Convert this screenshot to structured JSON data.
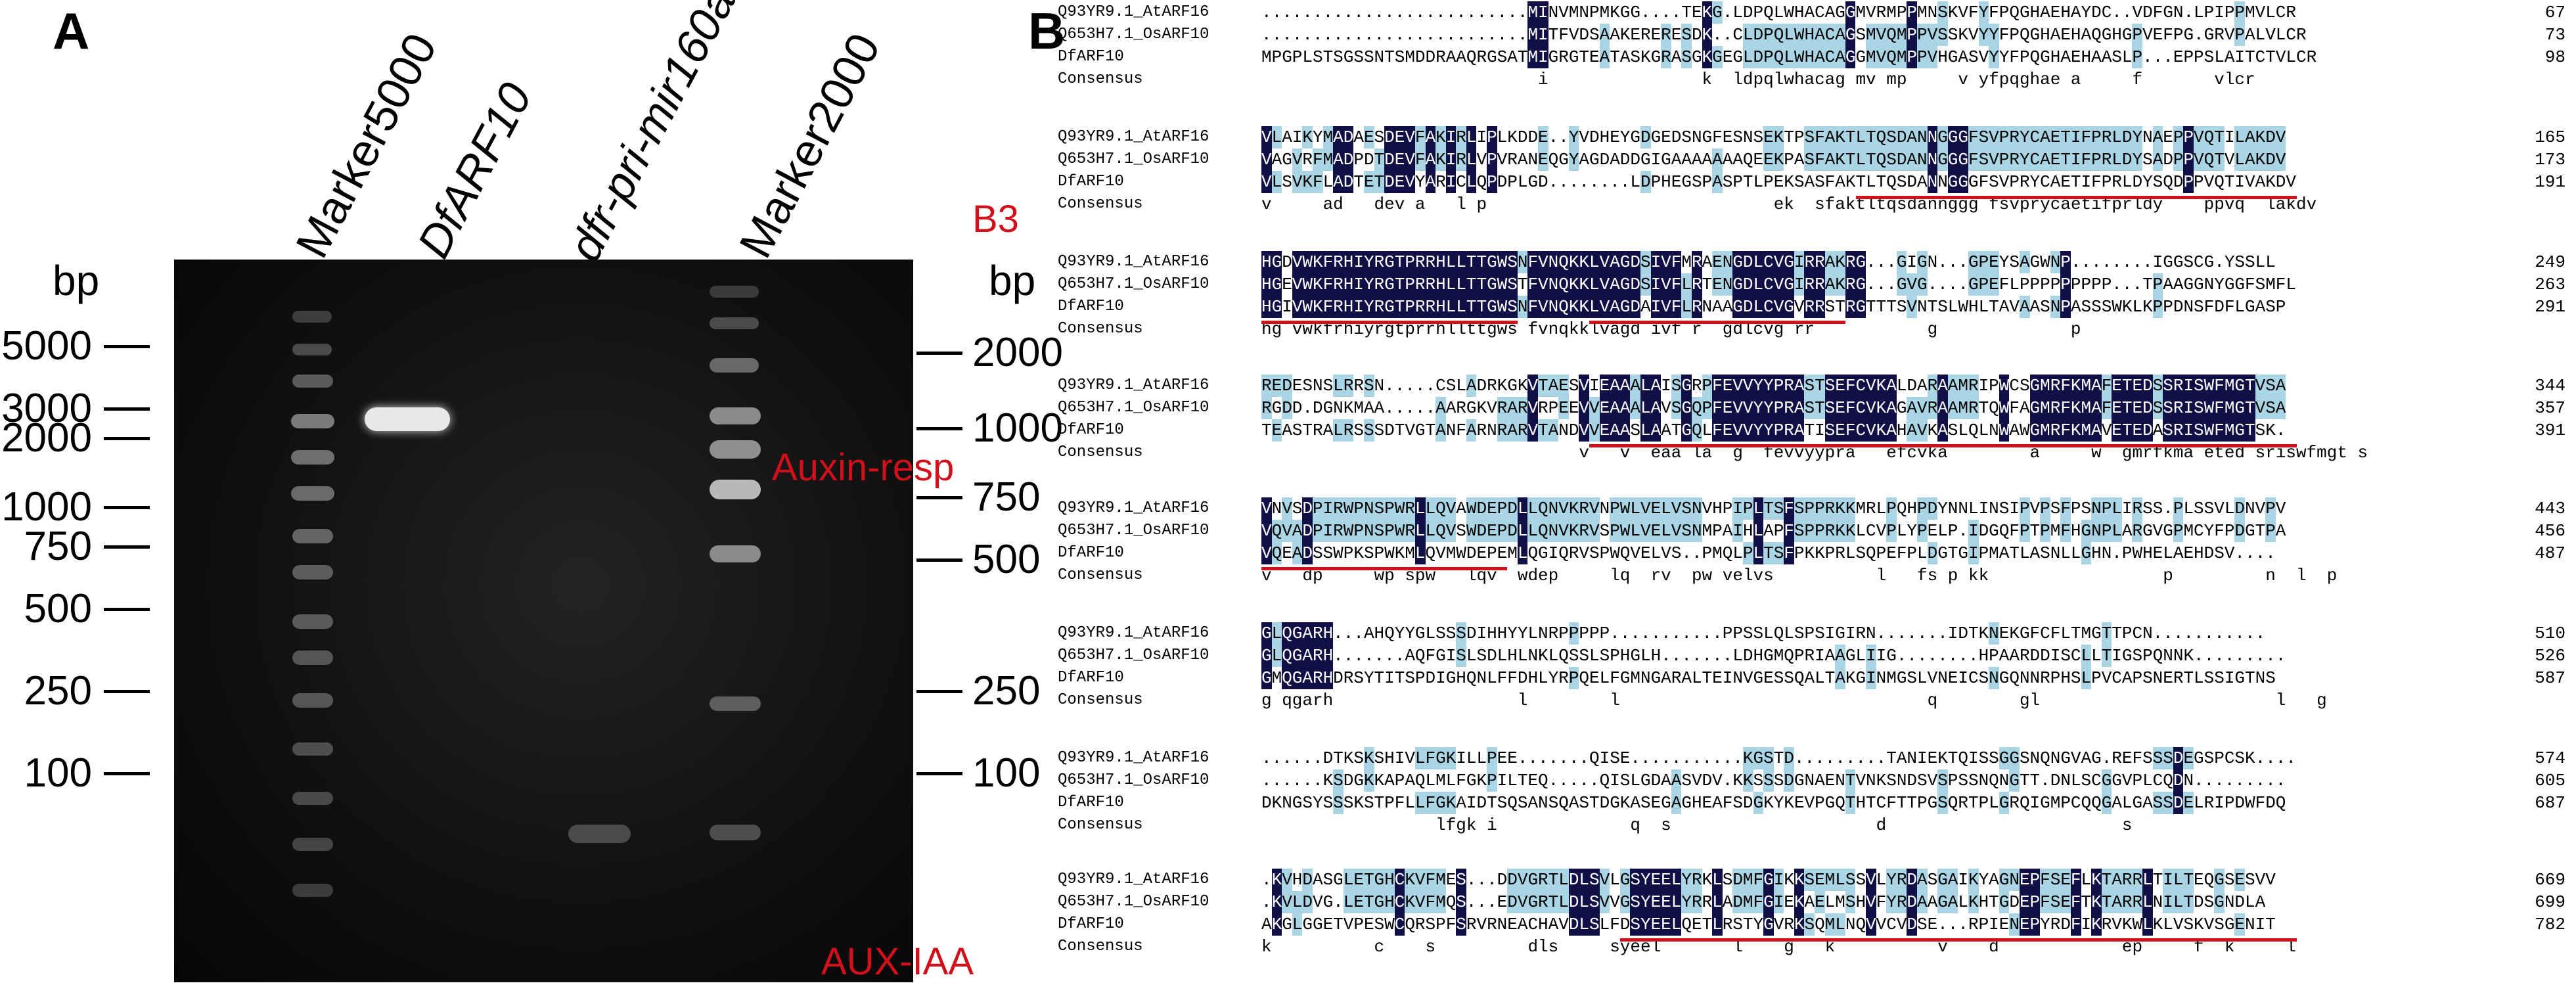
{
  "panelA": {
    "letter": "A",
    "bp_left": "bp",
    "bp_right": "bp",
    "lanes": [
      "Marker5000",
      "DfARF10",
      "dfr-pri-mir160a",
      "Marker2000"
    ],
    "left_ticks": [
      "5000",
      "3000",
      "2000",
      "1000",
      "750",
      "500",
      "250",
      "100"
    ],
    "right_ticks": [
      "2000",
      "1000",
      "750",
      "500",
      "250",
      "100"
    ]
  },
  "panelB": {
    "letter": "B",
    "names": [
      "Q93YR9.1_AtARF16",
      "Q653H7.1_OsARF10",
      "DfARF10",
      "Consensus"
    ],
    "blocks": [
      {
        "rows": [
          "..........................MINVMNPMKGG....TEKG.LDPQLWHACAGGMVRMPPMNSKVFYFPQGHAEHAYDC..VDFGN.LPIPPMVLCR",
          "..........................MITFVDSAAKERERESDK..CLDPQLWHACAGSMVQMPPVSSKVYYFPQGHAEHAQGHGPVEFPG.GRVPALVLCR",
          "MPGPLSTSGSSNTSMDDRAAQRGSATMIGRGTEATASKGRASGKGEGLDPQLWHACAGGMVQMPPVHGASVYYFPQGHAEHAASLP...EPPSLAITCTVLCR",
          "                           i               k  ldpqlwhacag mv mp     v yfpqghae a     f       vlcr"
        ],
        "nums": [
          "67",
          "73",
          "98",
          ""
        ]
      },
      {
        "rows": [
          "VLAIKYMADAESDEVFAKIRLIPLKDDE..YVDHEYGDGEDSNGFESNSEKTPSFAKTLTQSDANNGGGFSVPRYCAETIFPRLDYNAEPPVQTILAKDV",
          "VAGVRFMADPDTDEVFAKIRLVPVRANEQGYAGDADDGIGAAAAAAAQEEKPASFAKTLTQSDANNGGGFSVPRYCAETIFPRLDYSADPPVQTVLAKDV",
          "VLSVKFLADTETDEVYARICLQPDPLGD........LDPHEGSPASPTLPEKSASFAKTLTQSDANNGGGFSVPRYCAETIFPRLDYSQDPPVQTIVAKDV",
          "v     ad   dev a   l p                            ek  sfaktltqsdannggg fsvprycaetifprldy    ppvq  lakdv"
        ],
        "nums": [
          "165",
          "173",
          "191",
          ""
        ]
      },
      {
        "rows": [
          "HGDVWKFRHIYRGTPRRHLLTTGWSNFVNQKKLVAGDSIVFMRAENGDLCVGIRRAKRG...GIGN...GPEYSAGWNP........IGGSCG.YSSLL",
          "HGEVWKFRHIYRGTPRRHLLTTGWSTFVNQKKLVAGDSIVFLRTENGDLCVGIRRAKRG...GVG....GPEFLPPPPPPPPP...TPAAGGNYGGFSMFL",
          "HGIVWKFRHIYRGTPRRHLLTTGWSNFVNQKKLVAGDAIVFLRNAAGDLCVGVRRSTRGTTTSVNTSLWHLTAVAASNPASSSWKLKPPDNSFDFLGASP",
          "hg vwkfrhiyrgtprrhllttgws fvnqkklvagd ivf r  gdlcvg rr           g             p"
        ],
        "nums": [
          "249",
          "263",
          "291",
          ""
        ]
      },
      {
        "rows": [
          "REDESNSLRRSN.....CSLADRKGKVTAESVIEAAALAISGRPFEVVYYPRASTSEFCVKALDARAAMRIPWCSGMRFKMAFETEDSSRISWFMGTVSA",
          "RGDD.DGNKMAA.....AARGKVRARVRPEEVVEAAALAVSGQPFEVVYYPRASTSEFCVKAGAVRAAMRTQWFAGMRFKMAFETEDSSRISWFMGTVSA",
          "TEASTRALRSSSDTVGTANFARNRARVTANDVVEAASLAATGQLFEVVYYPRATISEFCVKAHAVKASLQLNWAWGMRFKMAVETEDASRISWFMGTSK.",
          "                               v   v  eaa la  g  fevvyypra   efcvka        a     w  gmrfkma eted sriswfmgt s"
        ],
        "nums": [
          "344",
          "357",
          "391",
          ""
        ]
      },
      {
        "rows": [
          "VNVSDPIRWPNSPWRLLQVAWDEPDLLQNVKRVNPWLVELVSNVHPIPLTSFSPPRKKMRLPQHPDYNNLINSIPVPSFPSNPLIRSS.PLSSVLDNVPV",
          "VQVADPIRWPNSPWRLLQVSWDEPDLLQNVKRVSPWLVELVSNMPAIHLAPFSPPRKKLCVPLYPELP.IDGQFPTPMFHGNPLARGVGPMCYFPDGTPA",
          "VQEADSSWPKSPWKMLQVMWDEPEMLQGIQRVSPWQVELVS..PMQLPLTSFPKKPRLSQPEFPLDGTGIPMATLASNLLGHN.PWHELAEHDSV....",
          "v   dp     wp spw   lqv  wdep     lq  rv  pw velvs          l   fs p kk                 p         n  l  p"
        ],
        "nums": [
          "443",
          "456",
          "487",
          ""
        ]
      },
      {
        "rows": [
          "GLQGARH...AHQYYGLSSSDIHHYYLNRPPPPP...........PPSSLQLSPSIGIRN.......IDTKNEKGFCFLTMGTTPCN...........",
          "GLQGARH.......AQFGISLSDLHLNKLQSSLSPHGLH.......LDHGMQPRIAAGLIIG........HPAARDDISCLLTIGSPQNNK.........",
          "GMQGARHDRSYTITSPDIGHQNLFFDHLYRPQELFGMNGARALTEINVGESSQALTAKGINMGSLVNEICSNGQNNRPHSLPVCAPSNERTLSSIGTNS",
          "g qgarh                  l        l                              q        gl                       l   g"
        ],
        "nums": [
          "510",
          "526",
          "587",
          ""
        ]
      },
      {
        "rows": [
          "......DTKSKSHIVLFGKILLPEE.......QISE...........KGSTD.........TANIEKTQISSGGSNQNGVAG.REFSSSDEGSPCSK....",
          "......KSDGKKAPAQLMLFGKPILTEQ.....QISLGDAASVDV.KKSSSDGNAENTVNKSNDSVSPSSNQNGTT.DNLSCGGVPLCQDN.........",
          "DKNGSYSSSKSTPFLLFGKAIDTSQSANSQASTDGKASEGAGHEAFSDGKYKEVPGQTHTCFTTPGSQRTPLGRQIGMPCQQGALGASSDELRIPDWFDQ",
          "                 lfgk i             q  s                    d                       s"
        ],
        "nums": [
          "574",
          "605",
          "687",
          ""
        ]
      },
      {
        "rows": [
          ".KVHDASGLETGHCKVFMES...DDVGRTLDLSVLGSYEELYRKLSDMFGIKKSEMLSSVLYRDASGAIKYAGNEPFSEFLKTARRLTILTEQGSESVV",
          ".KVLDVG.LETGHCKVFMQS...EDVGRTLDLSVVGSYEELYRRLADMFGIEKAELMSHVFYRDAAGALKHTGDEPFSEFTKTARRLNILTDSGNDLA",
          "AKGLGGETVPESWCQRSPFSRVRNEACHAVDLSLFDSYEELQETLRSTYGVRKSQMLNQVVCVDSE...RPIENEPYRDFIKRVKWLKLVSKVSGENIT",
          "k          c    s         dls     syeel       l    g   k          v    d            ep     f  k     l"
        ],
        "nums": [
          "669",
          "699",
          "782",
          ""
        ]
      }
    ],
    "domains": [
      "B3",
      "Auxin-resp",
      "AUX-IAA"
    ]
  }
}
